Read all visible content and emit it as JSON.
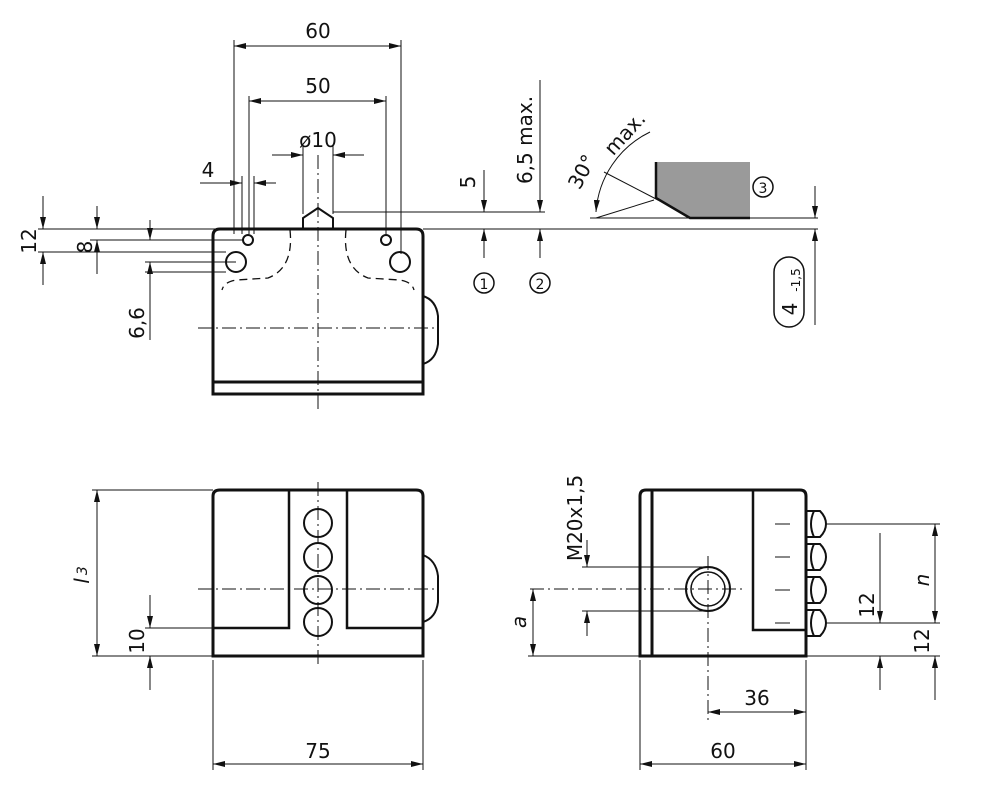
{
  "dimensions": {
    "d60_top": "60",
    "d50": "50",
    "d10": "ø10",
    "d4": "4",
    "d5": "5",
    "d65max": "6,5 max.",
    "d12_left": "12",
    "d8": "8",
    "d66": "6,6",
    "angle": "30°",
    "angle_max": "max.",
    "tol_main": "4",
    "tol_sub": "-1,5",
    "l3_main": "l",
    "l3_sub": "3",
    "d10_bottom": "10",
    "d75": "75",
    "m20": "M20x1,5",
    "a": "a",
    "d36": "36",
    "d60_bottom": "60",
    "d12_r1": "12",
    "d12_r2": "12",
    "n": "n"
  },
  "callouts": {
    "c1": "1",
    "c2": "2",
    "c3": "3"
  },
  "colors": {
    "line": "#111111",
    "actuator_fill": "#9a9a9a",
    "background": "#ffffff"
  }
}
